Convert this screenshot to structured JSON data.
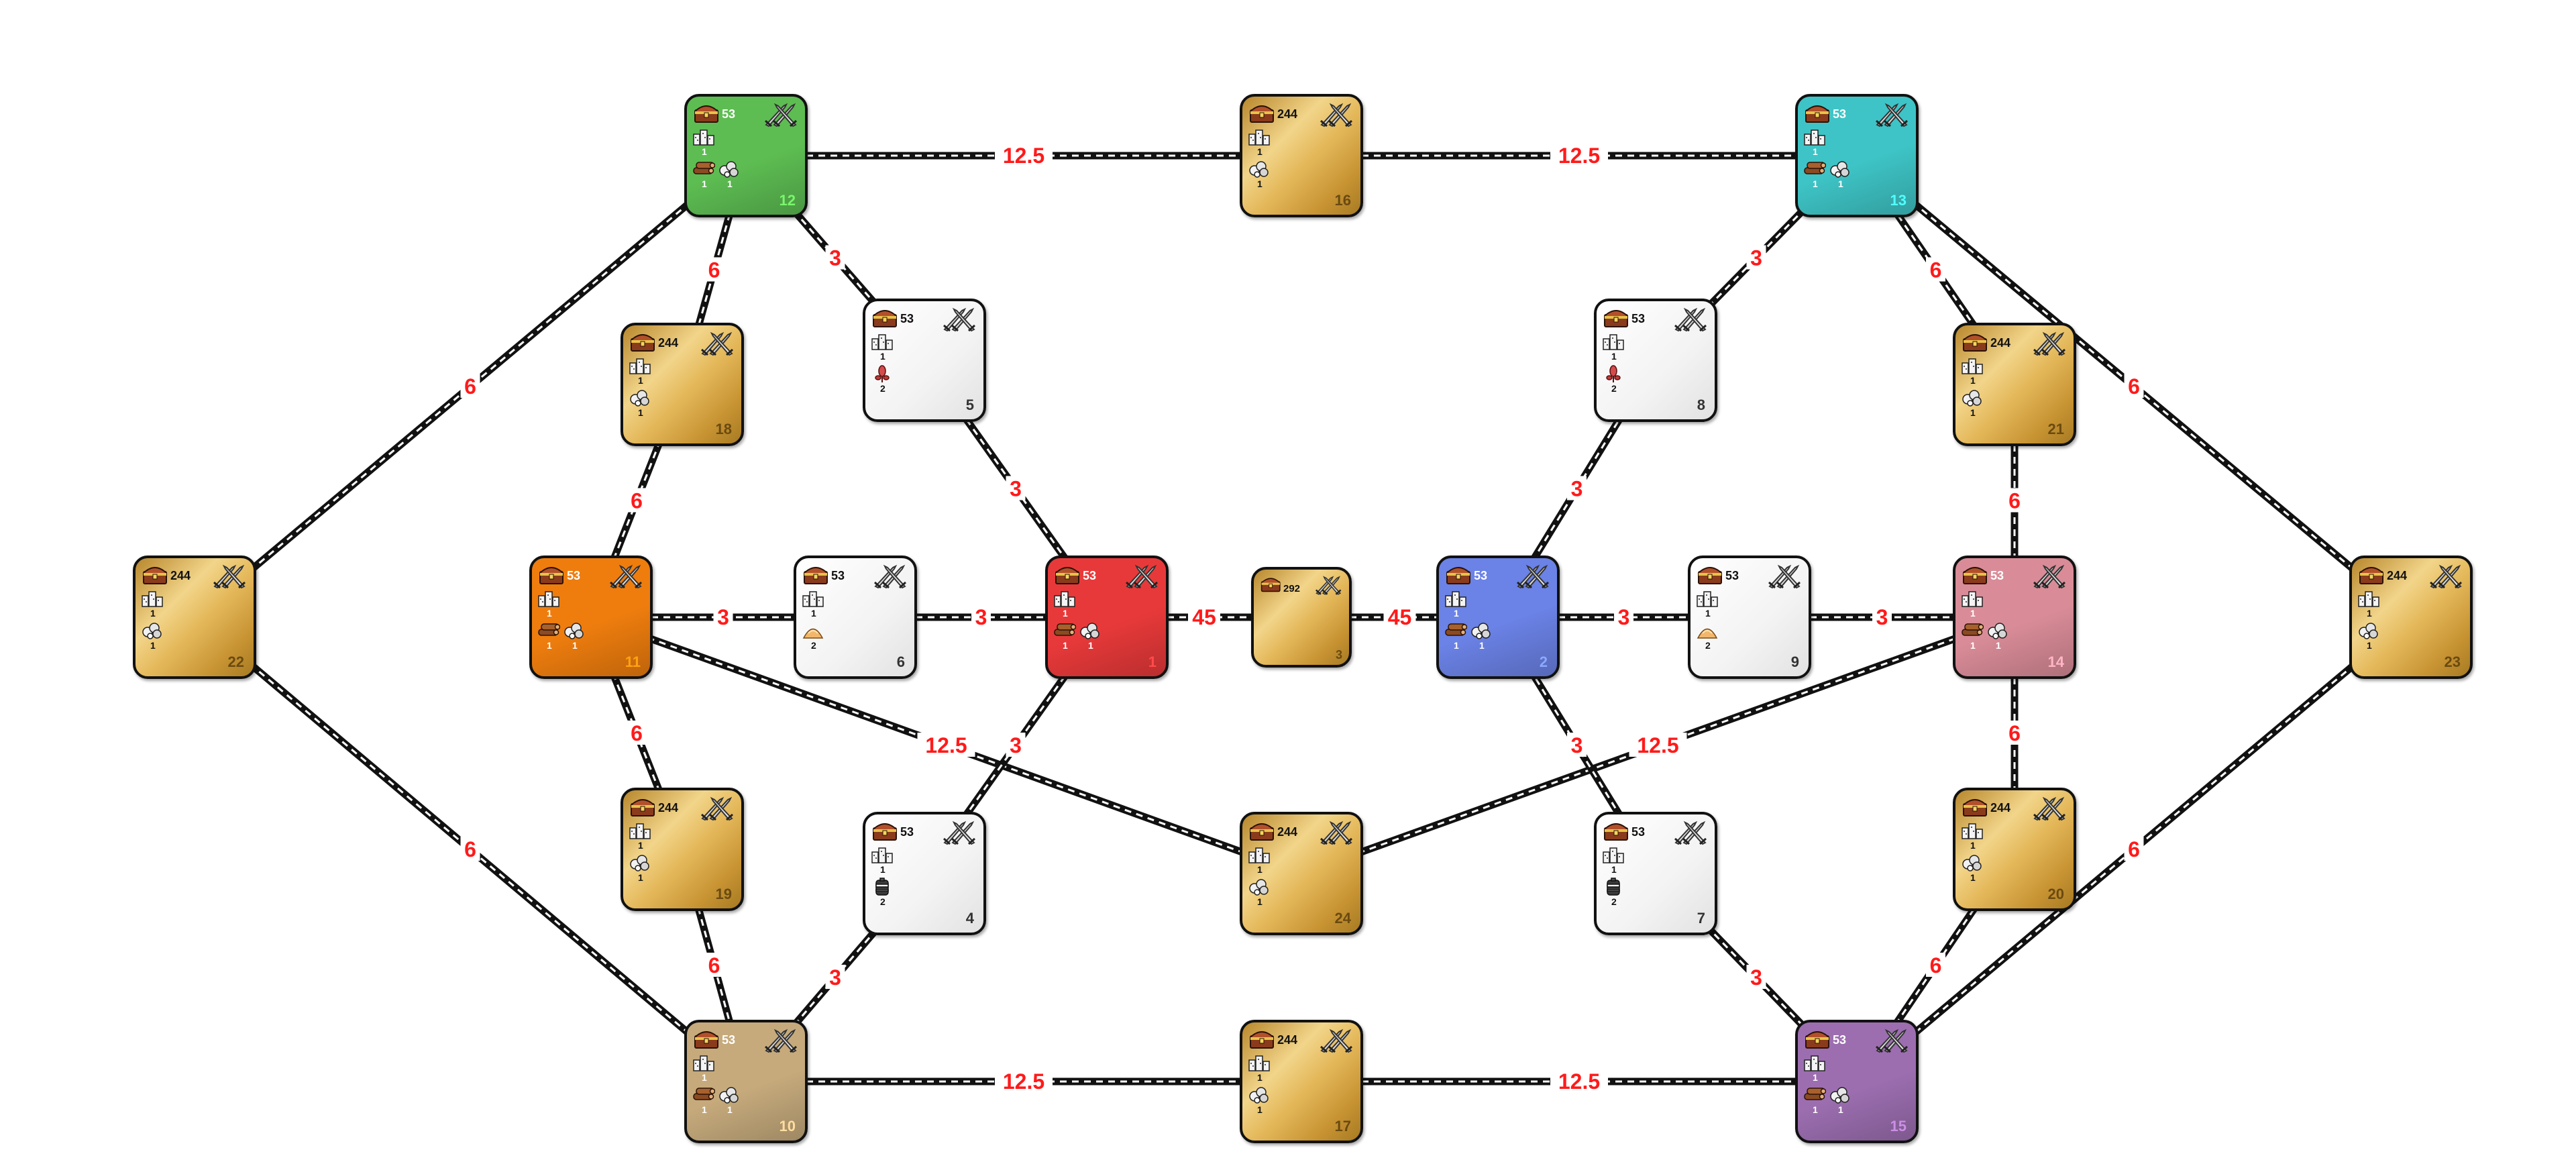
{
  "colors": {
    "player1": "#e8393a",
    "player2": "#6b82e6",
    "player10": "#c6aa7c",
    "player11": "#ee7d0e",
    "player12": "#5dbd52",
    "player13": "#3ec4c6",
    "player14": "#d98c98",
    "player15": "#9c6eb0",
    "link_label": "#ff1a1a"
  },
  "links": [
    {
      "from": "12",
      "to": "16",
      "label": "12.5"
    },
    {
      "from": "16",
      "to": "13",
      "label": "12.5"
    },
    {
      "from": "12",
      "to": "18",
      "label": "6"
    },
    {
      "from": "12",
      "to": "5",
      "label": "3"
    },
    {
      "from": "12",
      "to": "22",
      "label": "6"
    },
    {
      "from": "13",
      "to": "8",
      "label": "3"
    },
    {
      "from": "13",
      "to": "21",
      "label": "6"
    },
    {
      "from": "13",
      "to": "23",
      "label": "6"
    },
    {
      "from": "18",
      "to": "11",
      "label": "6"
    },
    {
      "from": "5",
      "to": "1",
      "label": "3"
    },
    {
      "from": "8",
      "to": "2",
      "label": "3"
    },
    {
      "from": "21",
      "to": "14",
      "label": "6"
    },
    {
      "from": "11",
      "to": "6",
      "label": "3"
    },
    {
      "from": "6",
      "to": "1",
      "label": "3"
    },
    {
      "from": "1",
      "to": "3",
      "label": "45"
    },
    {
      "from": "3",
      "to": "2",
      "label": "45"
    },
    {
      "from": "2",
      "to": "9",
      "label": "3"
    },
    {
      "from": "9",
      "to": "14",
      "label": "3"
    },
    {
      "from": "11",
      "to": "24",
      "label": "12.5"
    },
    {
      "from": "24",
      "to": "14",
      "label": "12.5"
    },
    {
      "from": "11",
      "to": "19",
      "label": "6"
    },
    {
      "from": "1",
      "to": "4",
      "label": "3"
    },
    {
      "from": "2",
      "to": "7",
      "label": "3"
    },
    {
      "from": "14",
      "to": "20",
      "label": "6"
    },
    {
      "from": "22",
      "to": "10",
      "label": "6"
    },
    {
      "from": "19",
      "to": "10",
      "label": "6"
    },
    {
      "from": "4",
      "to": "10",
      "label": "3"
    },
    {
      "from": "10",
      "to": "17",
      "label": "12.5"
    },
    {
      "from": "17",
      "to": "15",
      "label": "12.5"
    },
    {
      "from": "7",
      "to": "15",
      "label": "3"
    },
    {
      "from": "20",
      "to": "15",
      "label": "6"
    },
    {
      "from": "23",
      "to": "15",
      "label": "6"
    }
  ],
  "systems": [
    {
      "id": "12",
      "number": "12",
      "crowns": "53",
      "kind": "home",
      "color": "#5dbd52",
      "buildings": "1",
      "resources": [
        {
          "icon": "wood-icon",
          "count": "1"
        },
        {
          "icon": "ore-icon",
          "count": "1"
        }
      ]
    },
    {
      "id": "16",
      "number": "16",
      "crowns": "244",
      "kind": "gold",
      "buildings": "1",
      "resources": [
        {
          "icon": "ore-icon",
          "count": "1"
        }
      ]
    },
    {
      "id": "13",
      "number": "13",
      "crowns": "53",
      "kind": "home",
      "color": "#3ec4c6",
      "buildings": "1",
      "resources": [
        {
          "icon": "wood-icon",
          "count": "1"
        },
        {
          "icon": "ore-icon",
          "count": "1"
        }
      ]
    },
    {
      "id": "18",
      "number": "18",
      "crowns": "244",
      "kind": "gold",
      "buildings": "1",
      "resources": [
        {
          "icon": "ore-icon",
          "count": "1"
        }
      ]
    },
    {
      "id": "5",
      "number": "5",
      "crowns": "53",
      "kind": "white",
      "buildings": "1",
      "resources": [
        {
          "icon": "herb-icon",
          "count": "2"
        }
      ]
    },
    {
      "id": "8",
      "number": "8",
      "crowns": "53",
      "kind": "white",
      "buildings": "1",
      "resources": [
        {
          "icon": "herb-icon",
          "count": "2"
        }
      ]
    },
    {
      "id": "21",
      "number": "21",
      "crowns": "244",
      "kind": "gold",
      "buildings": "1",
      "resources": [
        {
          "icon": "ore-icon",
          "count": "1"
        }
      ]
    },
    {
      "id": "22",
      "number": "22",
      "crowns": "244",
      "kind": "gold",
      "buildings": "1",
      "resources": [
        {
          "icon": "ore-icon",
          "count": "1"
        }
      ]
    },
    {
      "id": "11",
      "number": "11",
      "crowns": "53",
      "kind": "home",
      "color": "#ee7d0e",
      "buildings": "1",
      "resources": [
        {
          "icon": "wood-icon",
          "count": "1"
        },
        {
          "icon": "ore-icon",
          "count": "1"
        }
      ]
    },
    {
      "id": "6",
      "number": "6",
      "crowns": "53",
      "kind": "white",
      "buildings": "1",
      "resources": [
        {
          "icon": "sand-icon",
          "count": "2"
        }
      ]
    },
    {
      "id": "1",
      "number": "1",
      "crowns": "53",
      "kind": "home",
      "color": "#e8393a",
      "buildings": "1",
      "resources": [
        {
          "icon": "wood-icon",
          "count": "1"
        },
        {
          "icon": "ore-icon",
          "count": "1"
        }
      ]
    },
    {
      "id": "3",
      "number": "3",
      "crowns": "292",
      "kind": "gold",
      "buildings": "",
      "resources": []
    },
    {
      "id": "2",
      "number": "2",
      "crowns": "53",
      "kind": "home",
      "color": "#6b82e6",
      "buildings": "1",
      "resources": [
        {
          "icon": "wood-icon",
          "count": "1"
        },
        {
          "icon": "ore-icon",
          "count": "1"
        }
      ]
    },
    {
      "id": "9",
      "number": "9",
      "crowns": "53",
      "kind": "white",
      "buildings": "1",
      "resources": [
        {
          "icon": "sand-icon",
          "count": "2"
        }
      ]
    },
    {
      "id": "14",
      "number": "14",
      "crowns": "53",
      "kind": "home",
      "color": "#d98c98",
      "buildings": "1",
      "resources": [
        {
          "icon": "wood-icon",
          "count": "1"
        },
        {
          "icon": "ore-icon",
          "count": "1"
        }
      ]
    },
    {
      "id": "23",
      "number": "23",
      "crowns": "244",
      "kind": "gold",
      "buildings": "1",
      "resources": [
        {
          "icon": "ore-icon",
          "count": "1"
        }
      ]
    },
    {
      "id": "19",
      "number": "19",
      "crowns": "244",
      "kind": "gold",
      "buildings": "1",
      "resources": [
        {
          "icon": "ore-icon",
          "count": "1"
        }
      ]
    },
    {
      "id": "4",
      "number": "4",
      "crowns": "53",
      "kind": "white",
      "buildings": "1",
      "resources": [
        {
          "icon": "oil-icon",
          "count": "2"
        }
      ]
    },
    {
      "id": "24",
      "number": "24",
      "crowns": "244",
      "kind": "gold",
      "buildings": "1",
      "resources": [
        {
          "icon": "ore-icon",
          "count": "1"
        }
      ]
    },
    {
      "id": "7",
      "number": "7",
      "crowns": "53",
      "kind": "white",
      "buildings": "1",
      "resources": [
        {
          "icon": "oil-icon",
          "count": "2"
        }
      ]
    },
    {
      "id": "20",
      "number": "20",
      "crowns": "244",
      "kind": "gold",
      "buildings": "1",
      "resources": [
        {
          "icon": "ore-icon",
          "count": "1"
        }
      ]
    },
    {
      "id": "10",
      "number": "10",
      "crowns": "53",
      "kind": "home",
      "color": "#c6aa7c",
      "buildings": "1",
      "resources": [
        {
          "icon": "wood-icon",
          "count": "1"
        },
        {
          "icon": "ore-icon",
          "count": "1"
        }
      ]
    },
    {
      "id": "17",
      "number": "17",
      "crowns": "244",
      "kind": "gold",
      "buildings": "1",
      "resources": [
        {
          "icon": "ore-icon",
          "count": "1"
        }
      ]
    },
    {
      "id": "15",
      "number": "15",
      "crowns": "53",
      "kind": "home",
      "color": "#9c6eb0",
      "buildings": "1",
      "resources": [
        {
          "icon": "wood-icon",
          "count": "1"
        },
        {
          "icon": "ore-icon",
          "count": "1"
        }
      ]
    }
  ]
}
